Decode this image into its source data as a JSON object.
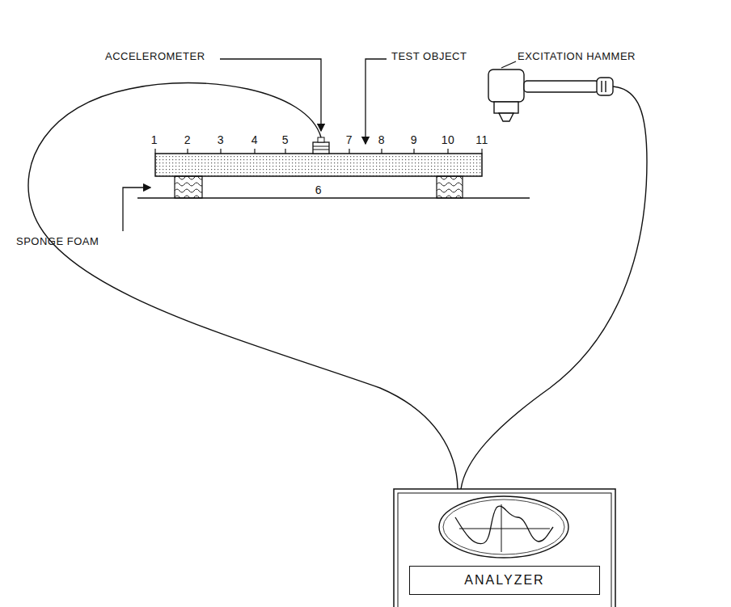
{
  "diagram": {
    "nodes": [
      {
        "text": [
          "ANALYZER"
        ]
      }
    ],
    "labels": [
      "ACCELEROMETER",
      "TEST OBJECT",
      "EXCITATION HAMMER",
      "1",
      "2",
      "3",
      "4",
      "5",
      "7",
      "8",
      "9",
      "10",
      "11",
      "6",
      "SPONGE FOAM"
    ]
  }
}
